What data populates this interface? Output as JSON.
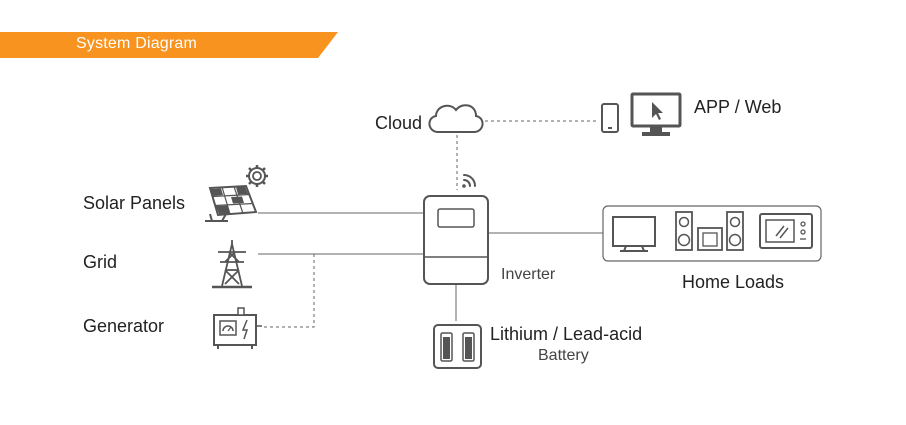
{
  "header": {
    "title": "System Diagram",
    "accent_color": "#f7931e"
  },
  "nodes": {
    "cloud": {
      "label": "Cloud",
      "icon": "cloud-icon"
    },
    "app": {
      "label": "APP / Web",
      "icons": [
        "smartphone-icon",
        "monitor-icon"
      ]
    },
    "solar": {
      "label": "Solar Panels",
      "icons": [
        "solar-panel-icon",
        "gear-icon"
      ]
    },
    "grid": {
      "label": "Grid",
      "icon": "power-tower-icon"
    },
    "generator": {
      "label": "Generator",
      "icon": "generator-icon"
    },
    "inverter": {
      "label": "Inverter",
      "icons": [
        "inverter-icon",
        "wifi-icon"
      ]
    },
    "battery": {
      "label_line1": "Lithium / Lead-acid",
      "label_line2": "Battery",
      "icon": "battery-icon"
    },
    "home_loads": {
      "label": "Home Loads",
      "icons": [
        "tv-icon",
        "speaker-icon",
        "microwave-icon"
      ]
    }
  }
}
